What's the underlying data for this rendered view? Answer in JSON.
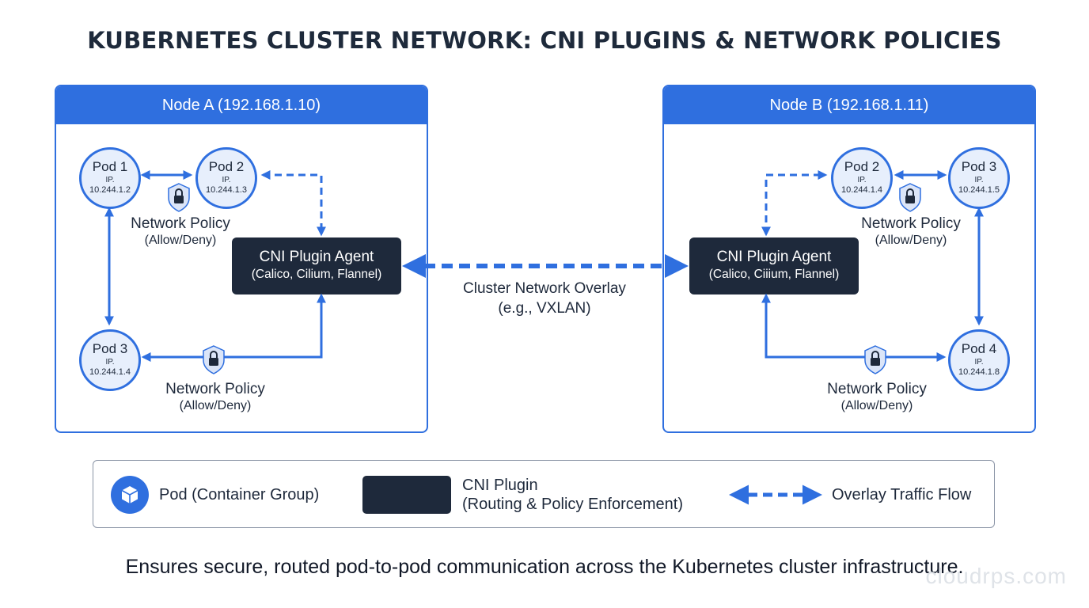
{
  "title": "KUBERNETES CLUSTER NETWORK: CNI PLUGINS & NETWORK POLICIES",
  "ip_label": "IP.",
  "node_a": {
    "header": "Node A (192.168.1.10)",
    "pods": [
      {
        "name": "Pod 1",
        "ip": "10.244.1.2"
      },
      {
        "name": "Pod 2",
        "ip": "10.244.1.3"
      },
      {
        "name": "Pod 3",
        "ip": "10.244.1.4"
      }
    ],
    "agent": {
      "name": "CNI Plugin Agent",
      "tools": "(Calico, Cilium, Flannel)"
    },
    "policies": [
      {
        "label": "Network Policy",
        "rule": "(Allow/Deny)"
      },
      {
        "label": "Network Policy",
        "rule": "(Allow/Deny)"
      }
    ]
  },
  "node_b": {
    "header": "Node B (192.168.1.11)",
    "pods": [
      {
        "name": "Pod 2",
        "ip": "10.244.1.4"
      },
      {
        "name": "Pod 3",
        "ip": "10.244.1.5"
      },
      {
        "name": "Pod 4",
        "ip": "10.244.1.8"
      }
    ],
    "agent": {
      "name": "CNI Plugin Agent",
      "tools": "(Calico, Ciiium, Flannel)"
    },
    "policies": [
      {
        "label": "Network Policy",
        "rule": "(Allow/Deny)"
      },
      {
        "label": "Network Policy",
        "rule": "(Allow/Deny)"
      }
    ]
  },
  "overlay": {
    "line1": "Cluster Network Overlay",
    "line2": "(e.g., VXLAN)"
  },
  "legend": {
    "pod": "Pod (Container Group)",
    "cni_line1": "CNI Plugin",
    "cni_line2": "(Routing & Policy Enforcement)",
    "flow": "Overlay Traffic Flow"
  },
  "footer": "Ensures secure, routed pod-to-pod communication across the Kubernetes cluster infrastructure.",
  "watermark": "cloudrps.com",
  "colors": {
    "accent": "#2f6fdf",
    "dark": "#1e293b",
    "pod_fill": "#e7effc",
    "text": "#1e293b"
  },
  "icons": {
    "policy": "lock-shield-icon",
    "pod": "cube-icon",
    "flow": "double-arrow-dashed-icon"
  }
}
